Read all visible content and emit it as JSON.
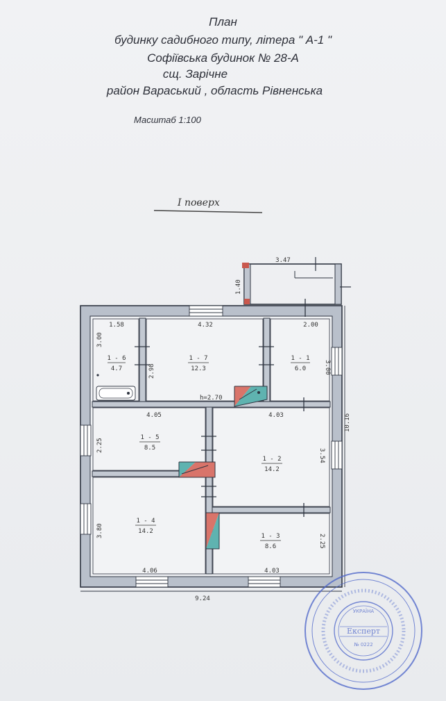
{
  "header": {
    "line1": "План",
    "line2": "будинку садибного типу, літера \" А-1 \"",
    "line3": "Софіївська будинок № 28-А",
    "line4": "сщ. Зарічне",
    "line5": "район Вараський , область Рівненська",
    "scale": "Масштаб 1:100"
  },
  "floor_label": "I поверх",
  "rooms": {
    "r16": {
      "num": "1 - 6",
      "area": "4.7"
    },
    "r17": {
      "num": "1 - 7",
      "area": "12.3"
    },
    "r11": {
      "num": "1 - 1",
      "area": "6.0"
    },
    "r15": {
      "num": "1 - 5",
      "area": "8.5"
    },
    "r12": {
      "num": "1 - 2",
      "area": "14.2"
    },
    "r14": {
      "num": "1 - 4",
      "area": "14.2"
    },
    "r13": {
      "num": "1 - 3",
      "area": "8.6"
    }
  },
  "dims": {
    "porch_w": "3.47",
    "porch_h": "1.40",
    "d158": "1.58",
    "d300a": "3.00",
    "d432": "4.32",
    "d298": "2.98",
    "d200": "2.00",
    "d300b": "3.00",
    "h": "h=2.70",
    "d405": "4.05",
    "d403a": "4.03",
    "d1016": "10.16",
    "d225a": "2.25",
    "d354": "3.54",
    "d380": "3.80",
    "d225b": "2.25",
    "d406": "4.06",
    "d403b": "4.03",
    "d924": "9.24"
  },
  "stamp": {
    "center": "Експерт",
    "sub": "№ 0222",
    "top": "УКРАЇНА"
  },
  "colors": {
    "wall": "#9aa3b0",
    "line": "#2e3440",
    "stamp": "#4a63c9",
    "stair_red": "#d9746a",
    "stair_teal": "#5fb3b0",
    "porch_red": "#c9574d"
  }
}
